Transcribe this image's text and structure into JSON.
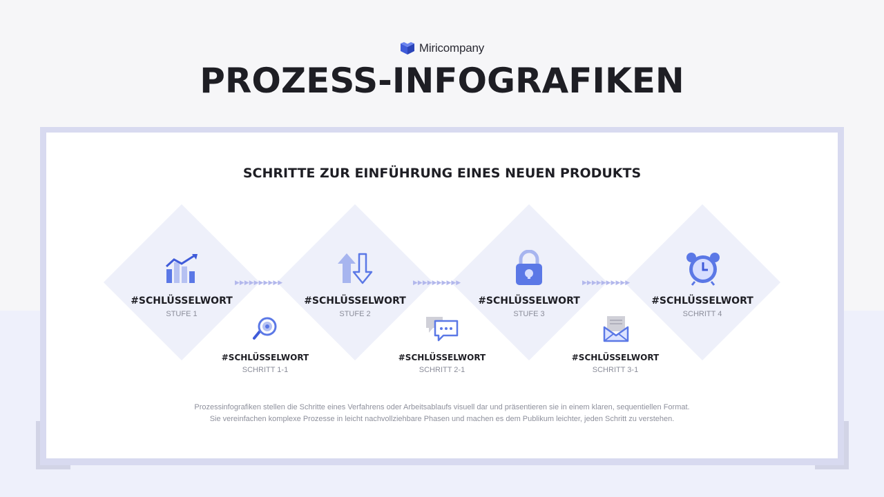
{
  "brand": {
    "name": "Miricompany",
    "icon": "cube-logo-icon",
    "color": "#3f5bd9"
  },
  "title": "PROZESS-INFOGRAFIKEN",
  "diagram": {
    "title": "SCHRITTE ZUR EINFÜHRUNG EINES NEUEN PRODUKTS",
    "accent_color": "#5b78e6",
    "light_color": "#eef0fa",
    "main_steps": [
      {
        "keyword": "#SCHLÜSSELWORT",
        "label": "STUFE 1",
        "icon": "growth-chart-icon"
      },
      {
        "keyword": "#SCHLÜSSELWORT",
        "label": "STUFE 2",
        "icon": "up-down-arrows-icon"
      },
      {
        "keyword": "#SCHLÜSSELWORT",
        "label": "STUFE 3",
        "icon": "padlock-icon"
      },
      {
        "keyword": "#SCHLÜSSELWORT",
        "label": "SCHRITT 4",
        "icon": "alarm-clock-icon"
      }
    ],
    "sub_steps": [
      {
        "keyword": "#SCHLÜSSELWORT",
        "label": "SCHRITT 1-1",
        "icon": "magnifier-icon"
      },
      {
        "keyword": "#SCHLÜSSELWORT",
        "label": "SCHRITT 2-1",
        "icon": "chat-bubbles-icon"
      },
      {
        "keyword": "#SCHLÜSSELWORT",
        "label": "SCHRITT 3-1",
        "icon": "envelope-icon"
      }
    ],
    "connector": "▶▶▶▶▶▶▶▶▶▶"
  },
  "description": {
    "line1": "Prozessinfografiken stellen die Schritte eines Verfahrens oder Arbeitsablaufs visuell dar und präsentieren sie in einem klaren, sequentiellen Format.",
    "line2": "Sie vereinfachen komplexe Prozesse in leicht nachvollziehbare Phasen und machen es dem Publikum leichter, jeden Schritt zu verstehen."
  }
}
